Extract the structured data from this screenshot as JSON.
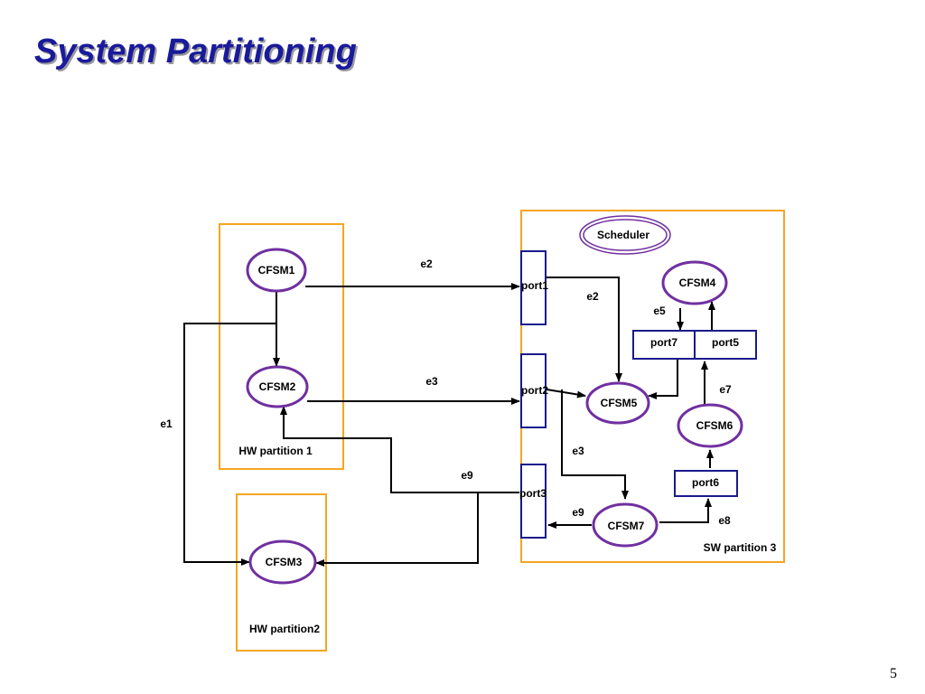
{
  "slide": {
    "title": "System Partitioning",
    "page_number": "5"
  },
  "colors": {
    "title": "#1a1a9c",
    "partition_border": "#f5a623",
    "node_border": "#7030a0",
    "port_border": "#1a1a8c",
    "edge": "#000000"
  },
  "diagram": {
    "partitions": {
      "hw1": "HW partition 1",
      "hw2": "HW partition2",
      "sw3": "SW partition 3"
    },
    "nodes": {
      "cfsm1": "CFSM1",
      "cfsm2": "CFSM2",
      "cfsm3": "CFSM3",
      "cfsm4": "CFSM4",
      "cfsm5": "CFSM5",
      "cfsm6": "CFSM6",
      "cfsm7": "CFSM7",
      "scheduler": "Scheduler"
    },
    "ports": {
      "port1": "port1",
      "port2": "port2",
      "port3": "port3",
      "port5": "port5",
      "port6": "port6",
      "port7": "port7"
    },
    "edges": {
      "e1": "e1",
      "e2_top": "e2",
      "e2_inner": "e2",
      "e3_top": "e3",
      "e3_inner": "e3",
      "e5": "e5",
      "e7": "e7",
      "e8": "e8",
      "e9_top": "e9",
      "e9_inner": "e9"
    }
  }
}
